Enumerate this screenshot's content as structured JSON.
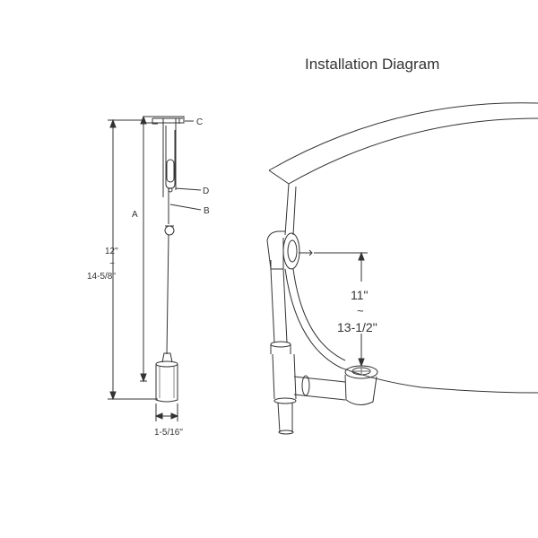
{
  "title": "Installation Diagram",
  "left_diagram": {
    "callouts": {
      "c": "C",
      "d": "D",
      "b": "B",
      "a": "A"
    },
    "height_min": "12\"",
    "height_tilde": "~",
    "height_max": "14-5/8\"",
    "diameter": "1-5/16\""
  },
  "right_diagram": {
    "drop_min": "11\"",
    "drop_tilde": "~",
    "drop_max": "13-1/2\""
  },
  "colors": {
    "line": "#333333",
    "light_line": "#666666"
  }
}
